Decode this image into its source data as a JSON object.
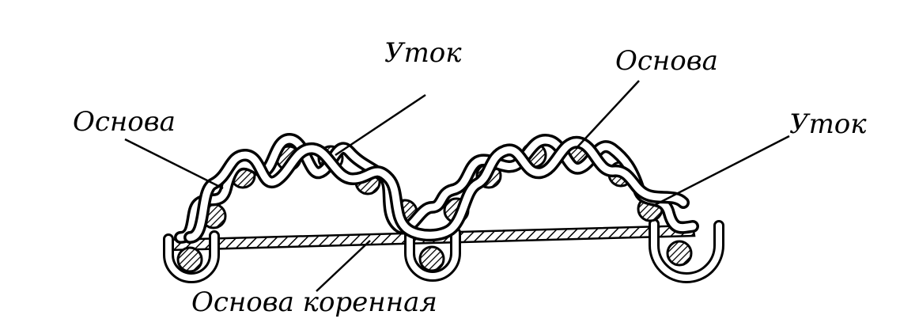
{
  "labels": {
    "osnova_left": "Основа",
    "utok_top": "Уток",
    "osnova_right": "Основа",
    "utok_right": "Уток",
    "osnova_korennaya": "Основа коренная"
  },
  "colors": {
    "ink": "#000000",
    "paper": "#ffffff"
  }
}
